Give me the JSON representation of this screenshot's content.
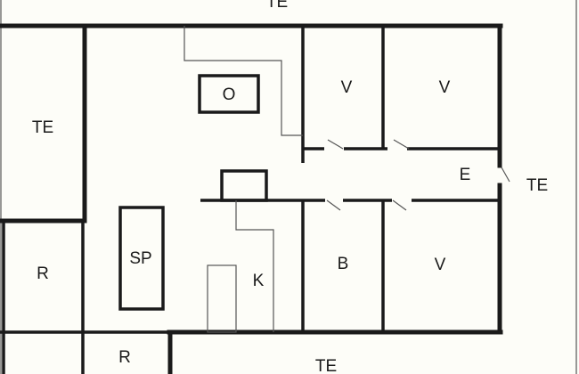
{
  "plan": {
    "labels": {
      "top_te": "TE",
      "left_te": "TE",
      "right_te": "TE",
      "bottom_te": "TE",
      "room_v1": "V",
      "room_v2": "V",
      "room_v3": "V",
      "room_o": "O",
      "room_e": "E",
      "room_sp": "SP",
      "room_r1": "R",
      "room_r2": "R",
      "room_b": "B",
      "room_k": "K"
    }
  }
}
